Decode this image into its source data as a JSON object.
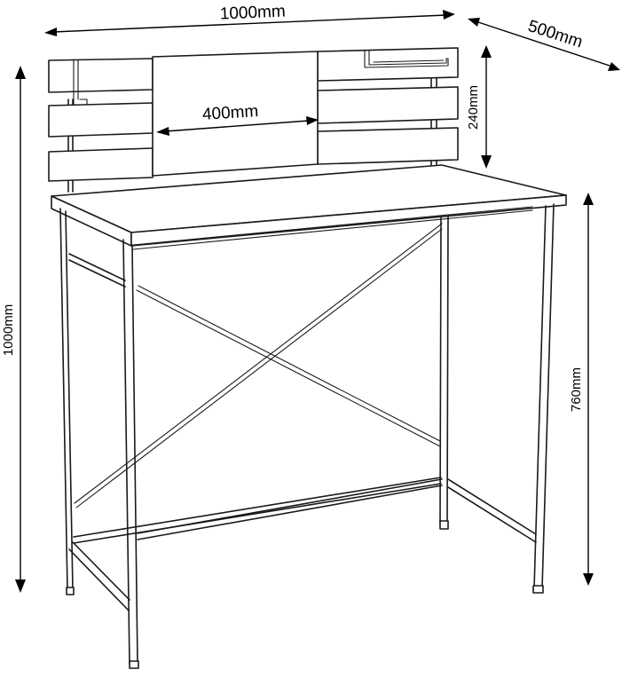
{
  "dimensions": {
    "overall_width": "1000mm",
    "depth": "500mm",
    "overall_height": "1000mm",
    "hutch_height": "240mm",
    "desk_height": "760mm",
    "center_panel_width": "400mm"
  },
  "colors": {
    "line": "#1a1a1a",
    "background": "#ffffff"
  }
}
